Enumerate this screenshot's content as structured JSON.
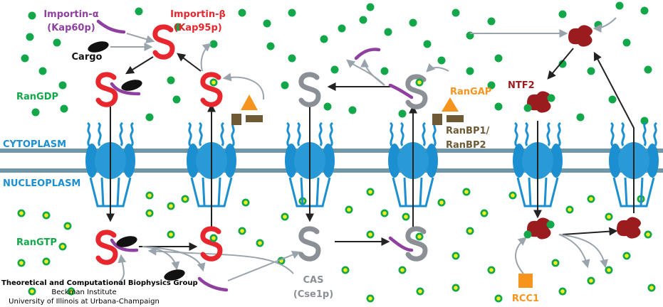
{
  "labels": {
    "importin_alpha": "Importin-α",
    "importin_alpha_sub": "(Kap60p)",
    "importin_beta": "Importin-β",
    "importin_beta_sub": "(Kap95p)",
    "cargo": "Cargo",
    "ran_gdp": "RanGDP",
    "ran_gtp": "RanGTP",
    "ran_gap": "RanGAP",
    "ranbp_1": "RanBP1/",
    "ranbp_2": "RanBP2",
    "ntf2": "NTF2",
    "cytoplasm": "CYTOPLASM",
    "nucleoplasm": "NUCLEOPLASM",
    "cas": "CAS",
    "cas_sub": "(Cse1p)",
    "rcc1": "RCC1"
  },
  "credits": {
    "group": "Theoretical and Computational Biophysics Group",
    "institute": "Beckman Institute",
    "university": "University of Illinois at Urbana-Champaign"
  },
  "colors": {
    "importin_alpha": "#8e3fa0",
    "importin_beta": "#e8262d",
    "cas": "#8a9096",
    "ran": "#12a84a",
    "ran_gtp_core": "#f5ec1a",
    "ran_gap": "#f7941d",
    "ranbp": "#6e5a35",
    "ntf2": "#9b1c1f",
    "pore": "#1b8fd0",
    "membrane": "#6f97a8",
    "arrow_main": "#222222",
    "arrow_side": "#9aa4ad"
  }
}
